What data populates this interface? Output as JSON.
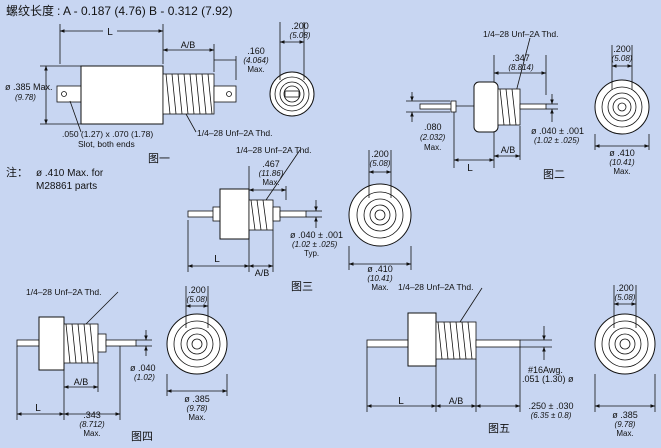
{
  "header": {
    "title_cn": "螺纹长度",
    "spec": ": A - 0.187 (4.76)   B - 0.312 (7.92)"
  },
  "note": {
    "prefix": "注：",
    "line1": "ø .410 Max. for",
    "line2": "M28861 parts"
  },
  "fig1": {
    "caption": "图一",
    "L": "L",
    "AB": "A/B",
    "dia_main": "ø .385 Max.",
    "dia_main_mm": "(9.78)",
    "slot": ".050 (1.27) x .070 (1.78)",
    "slot2": "Slot, both ends",
    "thread": "1/4–28 Unf–2A Thd.",
    "len": ".160",
    "len_mm": "(4.064)",
    "len_max": "Max.",
    "end_dia": ".200",
    "end_dia_mm": "(5.08)"
  },
  "fig2": {
    "caption": "图二",
    "thread": "1/4–28 Unf–2A Thd.",
    "len": ".347",
    "len_mm": "(8.814)",
    "pin": ".080",
    "pin_mm": "(2.032)",
    "pin_max": "Max.",
    "dia": "ø .040 ± .001",
    "dia_mm": "(1.02 ± .025)",
    "L": "L",
    "AB": "A/B",
    "end_dia": ".200",
    "end_dia_mm": "(5.08)",
    "body_dia": "ø .410",
    "body_dia_mm": "(10.41)",
    "body_max": "Max."
  },
  "fig3": {
    "caption": "图三",
    "thread": "1/4–28 Unf–2A Thd.",
    "len": ".467",
    "len_mm": "(11.86)",
    "len_max": "Max.",
    "dia": "ø .040 ± .001",
    "dia_mm": "(1.02 ± .025)",
    "dia_typ": "Typ.",
    "L": "L",
    "AB": "A/B",
    "end_dia": ".200",
    "end_dia_mm": "(5.08)",
    "body_dia": "ø .410",
    "body_dia_mm": "(10.41)",
    "body_max": "Max."
  },
  "fig4": {
    "caption": "图四",
    "thread": "1/4–28 Unf–2A Thd.",
    "dia": "ø .040",
    "dia_mm": "(1.02)",
    "L": "L",
    "AB": "A/B",
    "len": ".343",
    "len_mm": "(8.712)",
    "len_max": "Max.",
    "end_dia": ".200",
    "end_dia_mm": "(5.08)",
    "body_dia": "ø .385",
    "body_dia_mm": "(9.78)",
    "body_max": "Max."
  },
  "fig5": {
    "caption": "图五",
    "thread": "1/4–28 Unf–2A Thd.",
    "wire": "#16Awg.",
    "wire_dia": ".051 (1.30) ø",
    "L": "L",
    "AB": "A/B",
    "len": ".250 ± .030",
    "len_mm": "(6.35 ± 0.8)",
    "end_dia": ".200",
    "end_dia_mm": "(5.08)",
    "body_dia": "ø .385",
    "body_dia_mm": "(9.78)",
    "body_max": "Max."
  }
}
